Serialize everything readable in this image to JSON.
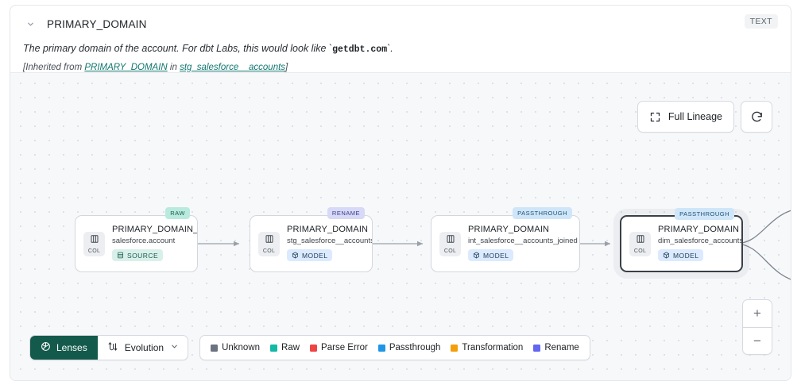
{
  "header": {
    "chevron_icon": "chevron-down-icon",
    "title": "PRIMARY_DOMAIN",
    "type_pill": "TEXT",
    "description_pre": "The primary domain of the account. For dbt Labs, this would look like `",
    "description_code": "getdbt.com",
    "description_post": "`.",
    "inherited_prefix": "[Inherited from ",
    "inherited_link1": "PRIMARY_DOMAIN",
    "inherited_mid": " in ",
    "inherited_link2": "stg_salesforce__accounts",
    "inherited_suffix": "]"
  },
  "toolbar": {
    "full_lineage_label": "Full Lineage",
    "full_lineage_icon": "expand-corners-icon",
    "refresh_icon": "refresh-icon"
  },
  "zoom_control": {
    "zoom_in_label": "+",
    "zoom_out_label": "−"
  },
  "lineage": {
    "nodes": [
      {
        "badge": "RAW",
        "badge_kind": "raw",
        "col_label": "COL",
        "title": "PRIMARY_DOMAIN__C",
        "subtitle": "salesforce.account",
        "chip": "SOURCE",
        "chip_kind": "source",
        "chip_icon": "database-icon",
        "selected": false
      },
      {
        "badge": "RENAME",
        "badge_kind": "rename",
        "col_label": "COL",
        "title": "PRIMARY_DOMAIN",
        "subtitle": "stg_salesforce__accounts",
        "chip": "MODEL",
        "chip_kind": "model",
        "chip_icon": "cube-icon",
        "selected": false
      },
      {
        "badge": "PASSTHROUGH",
        "badge_kind": "pass",
        "col_label": "COL",
        "title": "PRIMARY_DOMAIN",
        "subtitle": "int_salesforce__accounts_joined",
        "chip": "MODEL",
        "chip_kind": "model",
        "chip_icon": "cube-icon",
        "selected": false
      },
      {
        "badge": "PASSTHROUGH",
        "badge_kind": "pass",
        "col_label": "COL",
        "title": "PRIMARY_DOMAIN",
        "subtitle": "dim_salesforce_accounts",
        "chip": "MODEL",
        "chip_kind": "model",
        "chip_icon": "cube-icon",
        "selected": true
      }
    ]
  },
  "bottom_bar": {
    "lenses_label": "Lenses",
    "lenses_icon": "aperture-icon",
    "evolution_label": "Evolution",
    "evolution_icon": "evolution-icon",
    "evolution_caret_icon": "chevron-down-icon",
    "legend": [
      {
        "label": "Unknown",
        "color": "#6b7280"
      },
      {
        "label": "Raw",
        "color": "#14b8a6"
      },
      {
        "label": "Parse Error",
        "color": "#ef4444"
      },
      {
        "label": "Passthrough",
        "color": "#2196e6"
      },
      {
        "label": "Transformation",
        "color": "#f59e0b"
      },
      {
        "label": "Rename",
        "color": "#6366f1"
      }
    ]
  }
}
